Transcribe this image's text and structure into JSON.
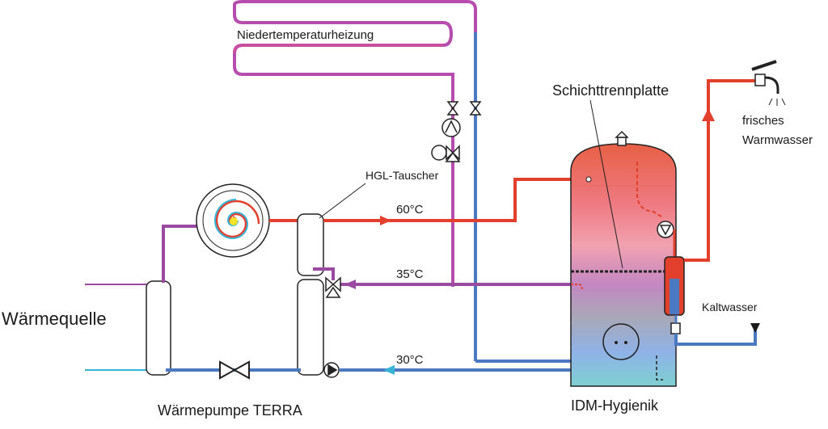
{
  "labels": {
    "low_temp_heating": "Niedertemperaturheizung",
    "stratification_plate": "Schichttrennplatte",
    "hgl_exchanger": "HGL-Tauscher",
    "temp_60": "60°C",
    "temp_35": "35°C",
    "temp_30": "30°C",
    "heat_source": "Wärmequelle",
    "heat_pump": "Wärmepumpe TERRA",
    "tank": "IDM-Hygienik",
    "fresh_hot_water_line1": "frisches",
    "fresh_hot_water_line2": "Warmwasser",
    "cold_water": "Kaltwasser"
  },
  "colors": {
    "hot": "#e2402c",
    "mid": "#9a4aa0",
    "cold": "#4a79c2",
    "heating": "#c54aa0",
    "source_cold": "#37b4d8"
  }
}
